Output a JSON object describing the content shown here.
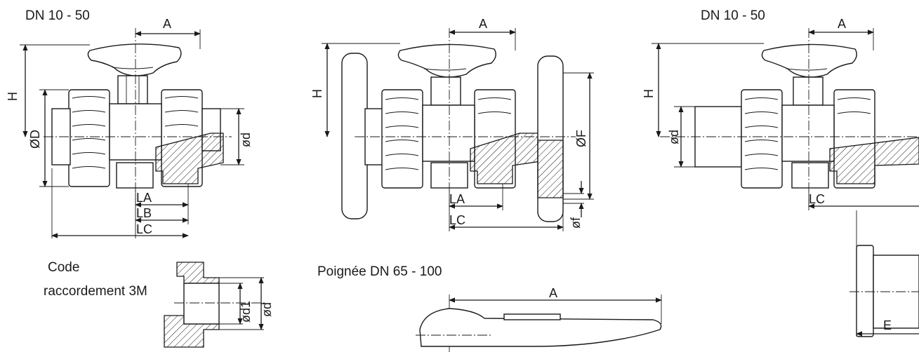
{
  "drawing_left": {
    "title": "DN 10 - 50",
    "dims": {
      "A": "A",
      "H": "H",
      "D": "ØD",
      "d": "ød",
      "LA": "LA",
      "LB": "LB",
      "LC": "LC"
    }
  },
  "drawing_middle": {
    "dims": {
      "A": "A",
      "H": "H",
      "F": "ØF",
      "f": "øf",
      "LA": "LA",
      "LC": "LC"
    }
  },
  "drawing_right": {
    "title": "DN 10 - 50",
    "dims": {
      "A": "A",
      "H": "H",
      "d": "ød",
      "LC": "LC",
      "E": "E"
    }
  },
  "detail_3m": {
    "caption_line1": "Code",
    "caption_line2": "raccordement 3M",
    "dims": {
      "d1": "ød1",
      "d": "ød"
    }
  },
  "handle_detail": {
    "caption": "Poignée DN 65 - 100",
    "dims": {
      "A": "A"
    }
  }
}
